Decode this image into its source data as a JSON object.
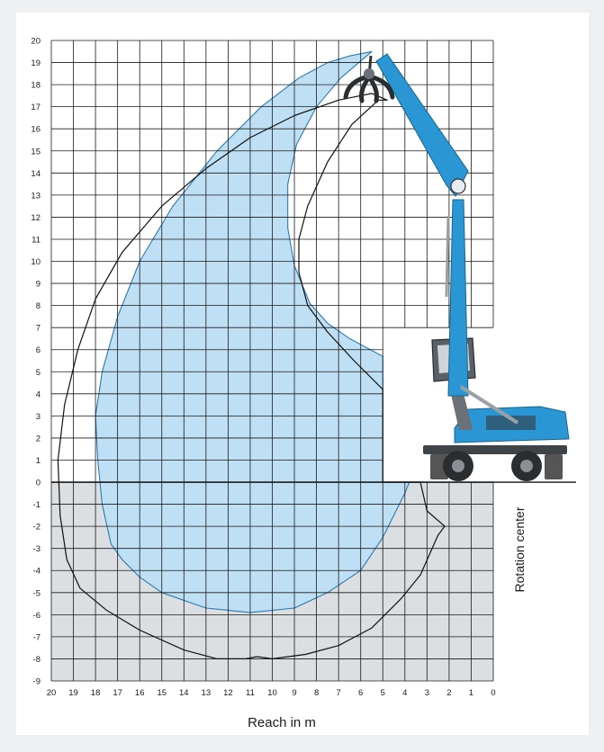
{
  "chart_data": {
    "type": "area",
    "title": "",
    "xlabel": "Reach in m",
    "ylabel": "",
    "side_label": "Rotation center",
    "xlim": [
      20,
      0
    ],
    "ylim": [
      -9,
      20
    ],
    "x_ticks": [
      20,
      19,
      18,
      17,
      16,
      15,
      14,
      13,
      12,
      11,
      10,
      9,
      8,
      7,
      6,
      5,
      4,
      3,
      2,
      1,
      0
    ],
    "y_ticks": [
      20,
      19,
      18,
      17,
      16,
      15,
      14,
      13,
      12,
      11,
      10,
      9,
      8,
      7,
      6,
      5,
      4,
      3,
      2,
      1,
      0,
      -1,
      -2,
      -3,
      -4,
      -5,
      -6,
      -7,
      -8,
      -9
    ],
    "grid": true,
    "colors": {
      "machine_blue": "#2a96d4",
      "reach_fill": "#bfe0f4",
      "reach_line": "#2a7ab0",
      "below_ground": "#dcdfe2",
      "grid": "#1a1a1a"
    },
    "series": [
      {
        "kind": "filled",
        "x": [
          5.5,
          6.5,
          7.5,
          8.8,
          10.5,
          12.5,
          14.5,
          16.0,
          17.0,
          17.7,
          18.0,
          17.9,
          17.7,
          17.3,
          16.8,
          16.0,
          15.0,
          13.0,
          11.0,
          9.0,
          7.5,
          6.0,
          5.0,
          4.5,
          4.0,
          3.8,
          5.0,
          5.0,
          6.5,
          7.5,
          8.3,
          9.0,
          9.3,
          9.3,
          8.9,
          8.0,
          6.9,
          5.5
        ],
        "y": [
          19.5,
          19.3,
          19.0,
          18.3,
          17.0,
          15.0,
          12.5,
          10.0,
          7.5,
          5.0,
          3.0,
          1.0,
          -1.0,
          -2.8,
          -3.5,
          -4.3,
          -5.0,
          -5.7,
          -5.9,
          -5.7,
          -5.0,
          -4.0,
          -2.5,
          -1.5,
          -0.5,
          0.0,
          0.0,
          5.7,
          6.5,
          7.2,
          8.1,
          9.8,
          11.5,
          13.5,
          15.3,
          17.0,
          18.3,
          19.5
        ]
      },
      {
        "kind": "outline",
        "x": [
          5.5,
          7.0,
          9.0,
          11.0,
          13.0,
          15.0,
          16.8,
          18.0,
          18.8,
          19.4,
          19.7,
          19.6,
          19.3,
          18.7,
          17.5,
          16.0,
          14.0,
          12.5,
          11.2,
          10.7,
          10.0,
          8.5,
          7.0,
          5.5,
          4.2,
          3.3,
          2.5,
          2.2,
          3.0,
          3.3,
          5.0,
          5.0,
          6.3,
          7.5,
          8.4,
          8.8,
          8.8,
          8.4,
          7.5,
          6.4,
          5.2,
          4.8,
          5.5
        ],
        "y": [
          17.6,
          17.3,
          16.6,
          15.6,
          14.2,
          12.5,
          10.4,
          8.3,
          6.0,
          3.5,
          1.0,
          -1.5,
          -3.5,
          -4.8,
          -5.8,
          -6.7,
          -7.6,
          -8.0,
          -8.0,
          -7.9,
          -8.0,
          -7.8,
          -7.4,
          -6.6,
          -5.3,
          -4.2,
          -2.4,
          -2.0,
          -1.3,
          0.0,
          0.0,
          4.2,
          5.5,
          6.8,
          8.0,
          9.5,
          11.0,
          12.5,
          14.5,
          16.2,
          17.3,
          17.3,
          17.6
        ]
      }
    ],
    "machine": {
      "kind": "material handler with grab",
      "color": "#2a96d4"
    }
  }
}
